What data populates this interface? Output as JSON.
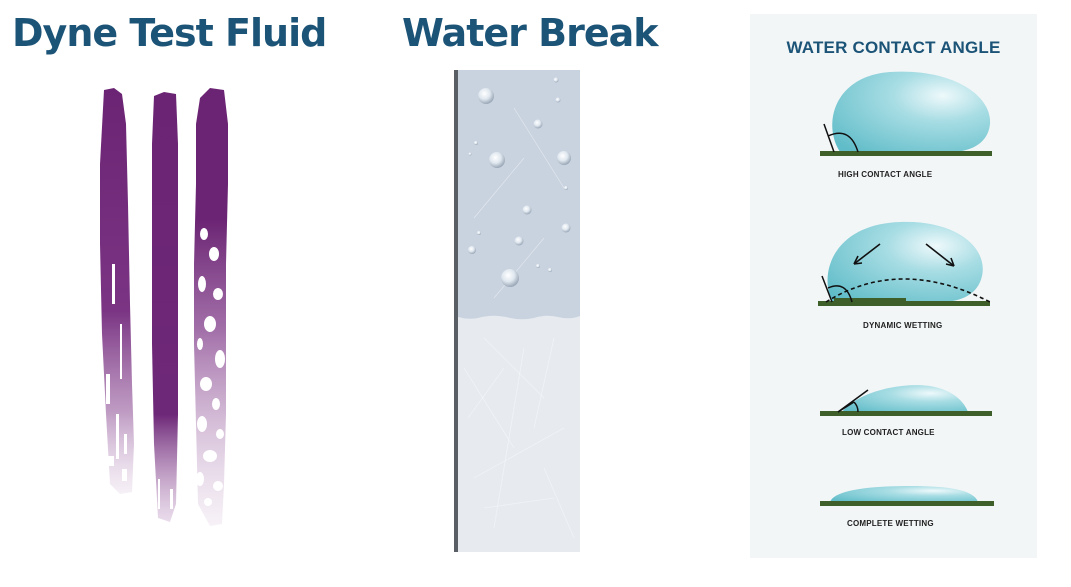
{
  "panels": {
    "dyne": {
      "title": "Dyne Test Fluid"
    },
    "water_break": {
      "title": "Water Break"
    },
    "contact_angle": {
      "title": "WATER CONTACT ANGLE",
      "diagrams": [
        {
          "label": "HIGH CONTACT ANGLE"
        },
        {
          "label": "DYNAMIC WETTING"
        },
        {
          "label": "LOW CONTACT ANGLE"
        },
        {
          "label": "COMPLETE WETTING"
        }
      ]
    }
  },
  "colors": {
    "title": "#1c5478",
    "ink": "#6b2473",
    "plate_wet": "#c9d3e0",
    "plate_dry": "#e7ebf0",
    "droplet": "#7fcfd8",
    "substrate": "#3e5e2a"
  }
}
